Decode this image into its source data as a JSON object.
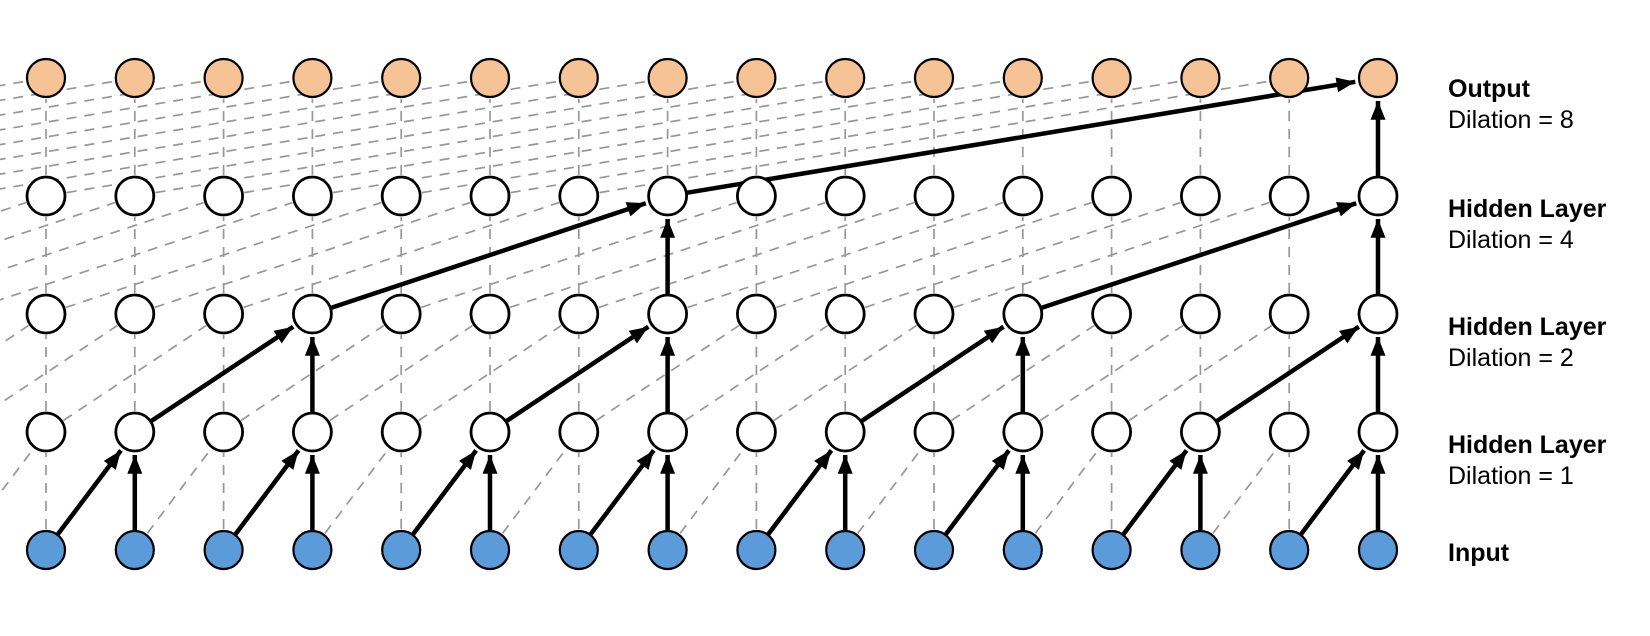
{
  "diagram": {
    "kind": "dilated-causal-convolution-network",
    "num_columns": 16,
    "highlighted_output_index": 15,
    "layers": [
      {
        "id": "output",
        "label": "Output",
        "sublabel": "Dilation = 8",
        "dilation": 8,
        "node_fill": "#F6C396"
      },
      {
        "id": "hidden3",
        "label": "Hidden Layer",
        "sublabel": "Dilation = 4",
        "dilation": 4,
        "node_fill": "#FFFFFF"
      },
      {
        "id": "hidden2",
        "label": "Hidden Layer",
        "sublabel": "Dilation = 2",
        "dilation": 2,
        "node_fill": "#FFFFFF"
      },
      {
        "id": "hidden1",
        "label": "Hidden Layer",
        "sublabel": "Dilation = 1",
        "dilation": 1,
        "node_fill": "#FFFFFF"
      },
      {
        "id": "input",
        "label": "Input",
        "sublabel": "",
        "dilation": null,
        "node_fill": "#5B9BD9"
      }
    ],
    "colors": {
      "background": "#FFFFFF",
      "node_stroke": "#000000",
      "dashed_line": "#979797",
      "bold_line": "#000000",
      "label_text": "#000000"
    }
  }
}
